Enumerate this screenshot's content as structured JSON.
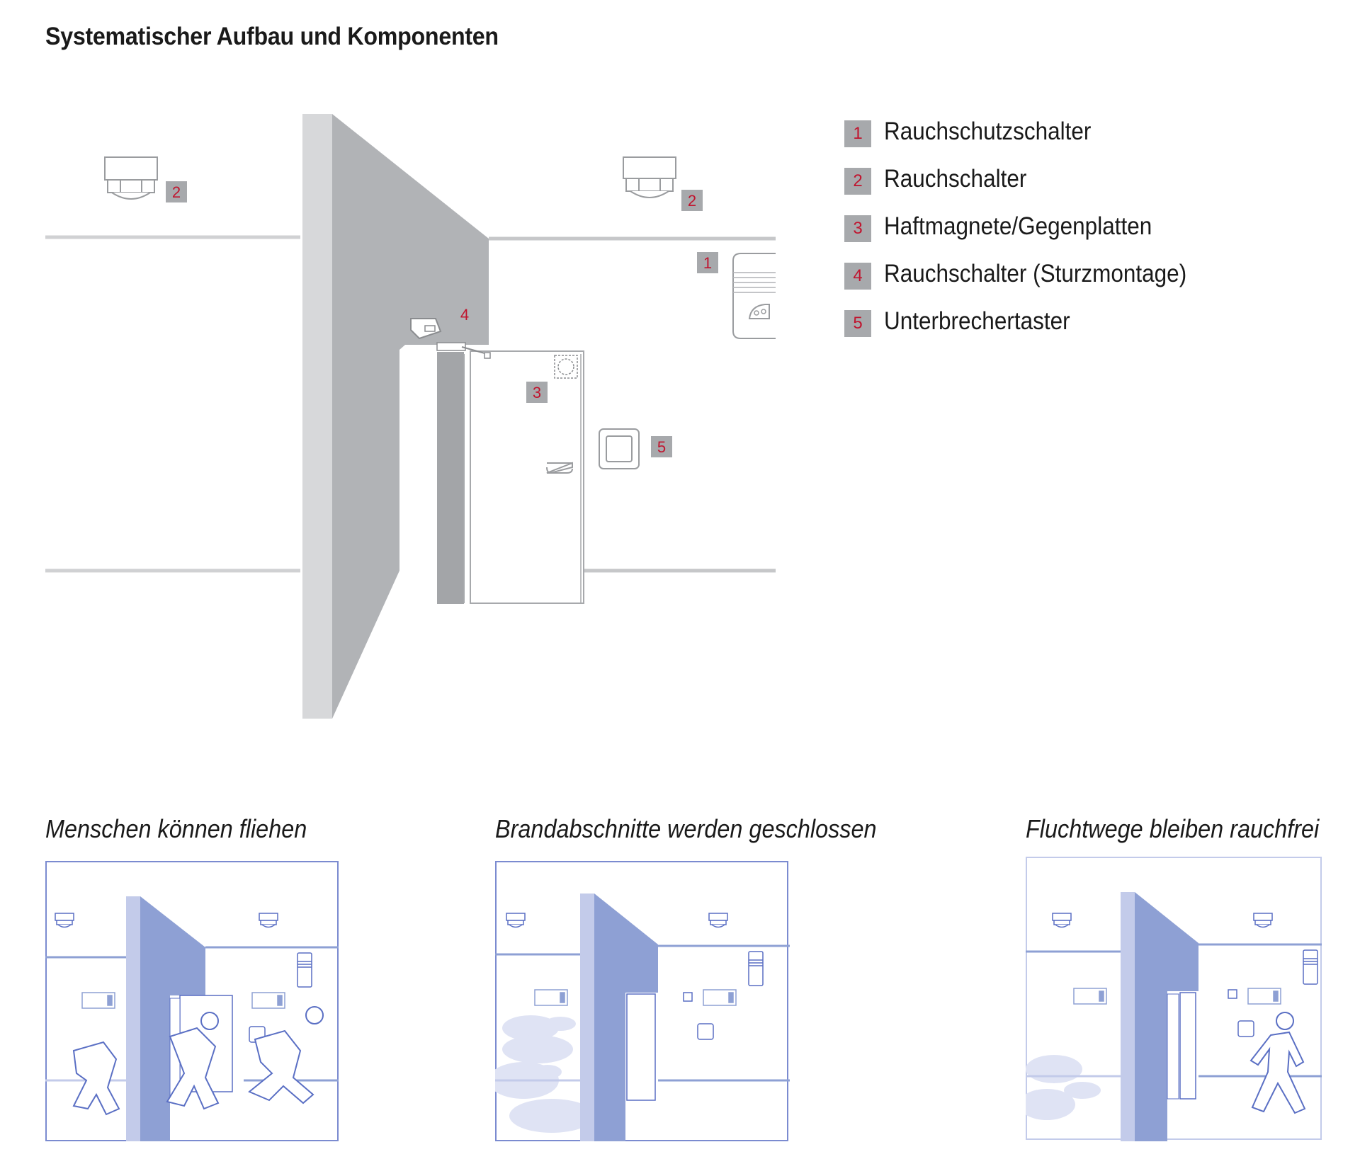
{
  "title": "Systematischer Aufbau und Komponenten",
  "legend": [
    {
      "number": "1",
      "label": "Rauchschutzschalter"
    },
    {
      "number": "2",
      "label": "Rauchschalter"
    },
    {
      "number": "3",
      "label": "Haftmagnete/Gegenplatten"
    },
    {
      "number": "4",
      "label": "Rauchschalter (Sturzmontage)"
    },
    {
      "number": "5",
      "label": "Unterbrechertaster"
    }
  ],
  "markers": {
    "smoke_left": "2",
    "smoke_right": "2",
    "control_unit": "1",
    "lintel_switch": "4",
    "magnet": "3",
    "release_button": "5"
  },
  "panels": [
    {
      "caption": "Menschen können fliehen"
    },
    {
      "caption": "Brandabschnitte werden geschlossen"
    },
    {
      "caption": "Fluchtwege bleiben rauchfrei"
    }
  ],
  "colors": {
    "wall_dark": "#b1b3b6",
    "wall_light": "#d7d8da",
    "marker_bg": "#a7a9ac",
    "marker_text": "#c0152f",
    "panel_blue": "#8ea0d4",
    "panel_blue_light": "#c3cbea",
    "panel_line": "#5a6fc4",
    "smoke": "#dfe3f4"
  }
}
